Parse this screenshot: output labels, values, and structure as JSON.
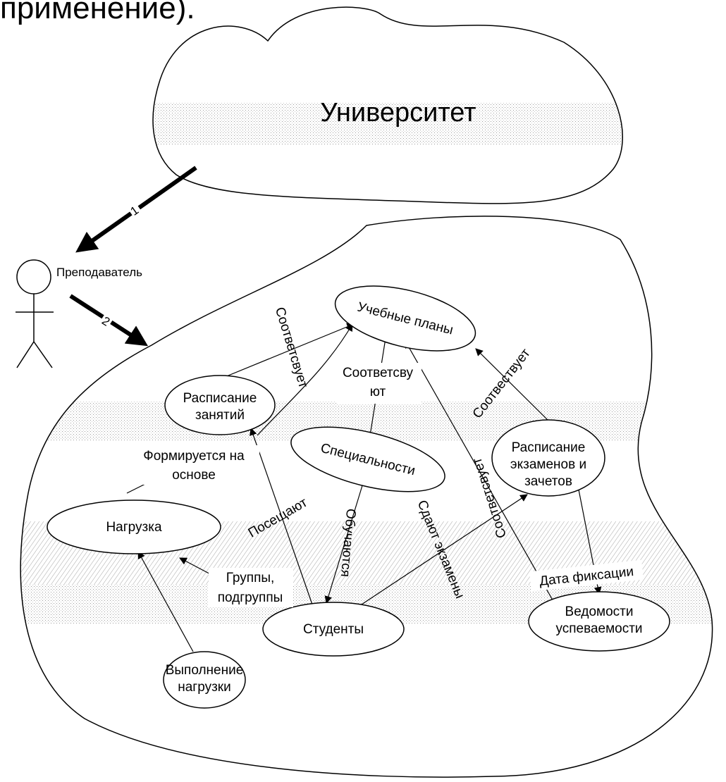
{
  "heading": "применение).",
  "system": {
    "title": "Университет"
  },
  "actor": {
    "label": "Преподаватель",
    "arrow1_label": "1",
    "arrow2_label": "2"
  },
  "use_cases": {
    "plans": "Учебные планы",
    "schedule_line1": "Расписание",
    "schedule_line2": "занятий",
    "specialties": "Специальности",
    "exams_line1": "Расписание",
    "exams_line2": "экзаменов и",
    "exams_line3": "зачетов",
    "load": "Нагрузка",
    "students": "Студенты",
    "execution_line1": "Выполнение",
    "execution_line2": "нагрузки",
    "records_line1": "Ведомости",
    "records_line2": "успеваемости"
  },
  "relations": {
    "corresponds_schedule": "Соответсвует",
    "corresponds_specialties_line1": "Соответсву",
    "corresponds_specialties_line2": "ют",
    "corresponds_exams": "Соотвествует",
    "corresponds_records": "Соответсвует",
    "formed_line1": "Формируется на",
    "formed_line2": "основе",
    "attend": "Посещают",
    "study": "Обучаются",
    "take_exams": "Сдают экзамены",
    "groups_line1": "Группы,",
    "groups_line2": "подгруппы",
    "fix_date": "Дата фиксации"
  }
}
